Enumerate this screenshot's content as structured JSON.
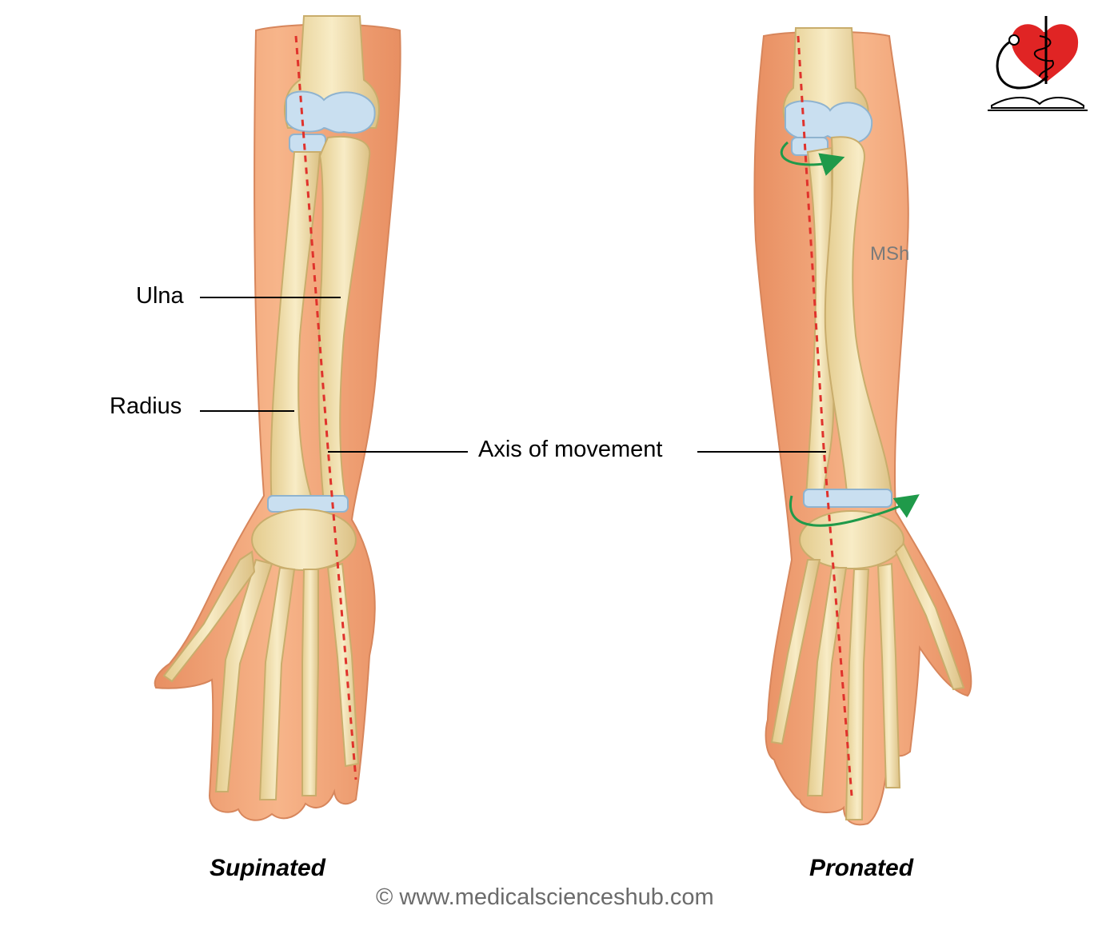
{
  "labels": {
    "ulna": "Ulna",
    "radius": "Radius",
    "axis": "Axis of movement"
  },
  "captions": {
    "left": "Supinated",
    "right": "Pronated"
  },
  "watermark": "MSh",
  "copyright": "© www.medicalscienceshub.com",
  "colors": {
    "skin": "#f2a67a",
    "skin_dark": "#e08b5f",
    "bone": "#f3e2b2",
    "bone_edge": "#c9ad6c",
    "cartilage": "#c9dff0",
    "axis_line": "#e0322c",
    "rotation_arrow": "#1f9a4a",
    "logo_heart": "#e02424"
  },
  "icons": [
    "forearm-supinated",
    "forearm-pronated",
    "rotation-arrow-icon",
    "medical-sciences-hub-logo"
  ]
}
